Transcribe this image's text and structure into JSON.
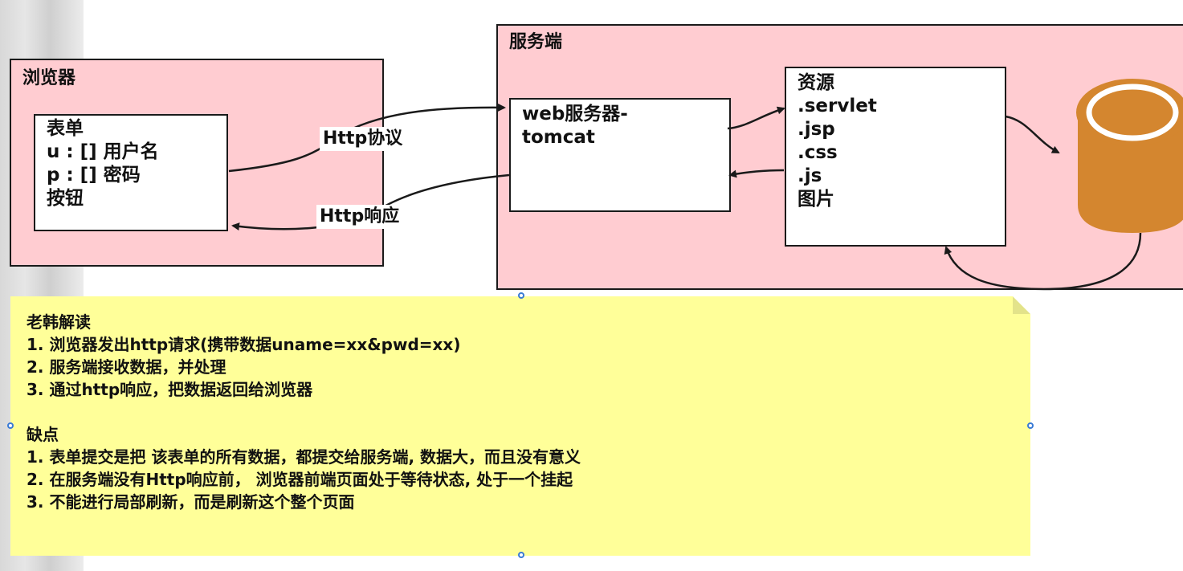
{
  "browser": {
    "title": "浏览器",
    "form_lines": [
      "表单",
      "u : [] 用户名",
      "p : [] 密码",
      "按钮"
    ]
  },
  "server": {
    "title": "服务端",
    "tomcat_lines": [
      "web服务器-",
      "tomcat"
    ],
    "resources_lines": [
      "资源",
      ".servlet",
      ".jsp",
      ".css",
      ".js",
      "图片"
    ]
  },
  "arrows": {
    "request_label": "Http协议",
    "response_label": "Http响应"
  },
  "note": {
    "title": "老韩解读",
    "points": [
      "1. 浏览器发出http请求(携带数据uname=xx&pwd=xx)",
      "2. 服务端接收数据，并处理",
      "3. 通过http响应，把数据返回给浏览器"
    ],
    "cons_title": "缺点",
    "cons": [
      "1. 表单提交是把 该表单的所有数据，都提交给服务端, 数据大，而且没有意义",
      "2. 在服务端没有Http响应前， 浏览器前端页面处于等待状态, 处于一个挂起",
      "3. 不能进行局部刷新，而是刷新这个整个页面"
    ]
  },
  "colors": {
    "pink": "#ffccd1",
    "note_yellow": "#ffff99",
    "database": "#d4862f"
  },
  "icons": [
    "database-icon"
  ]
}
